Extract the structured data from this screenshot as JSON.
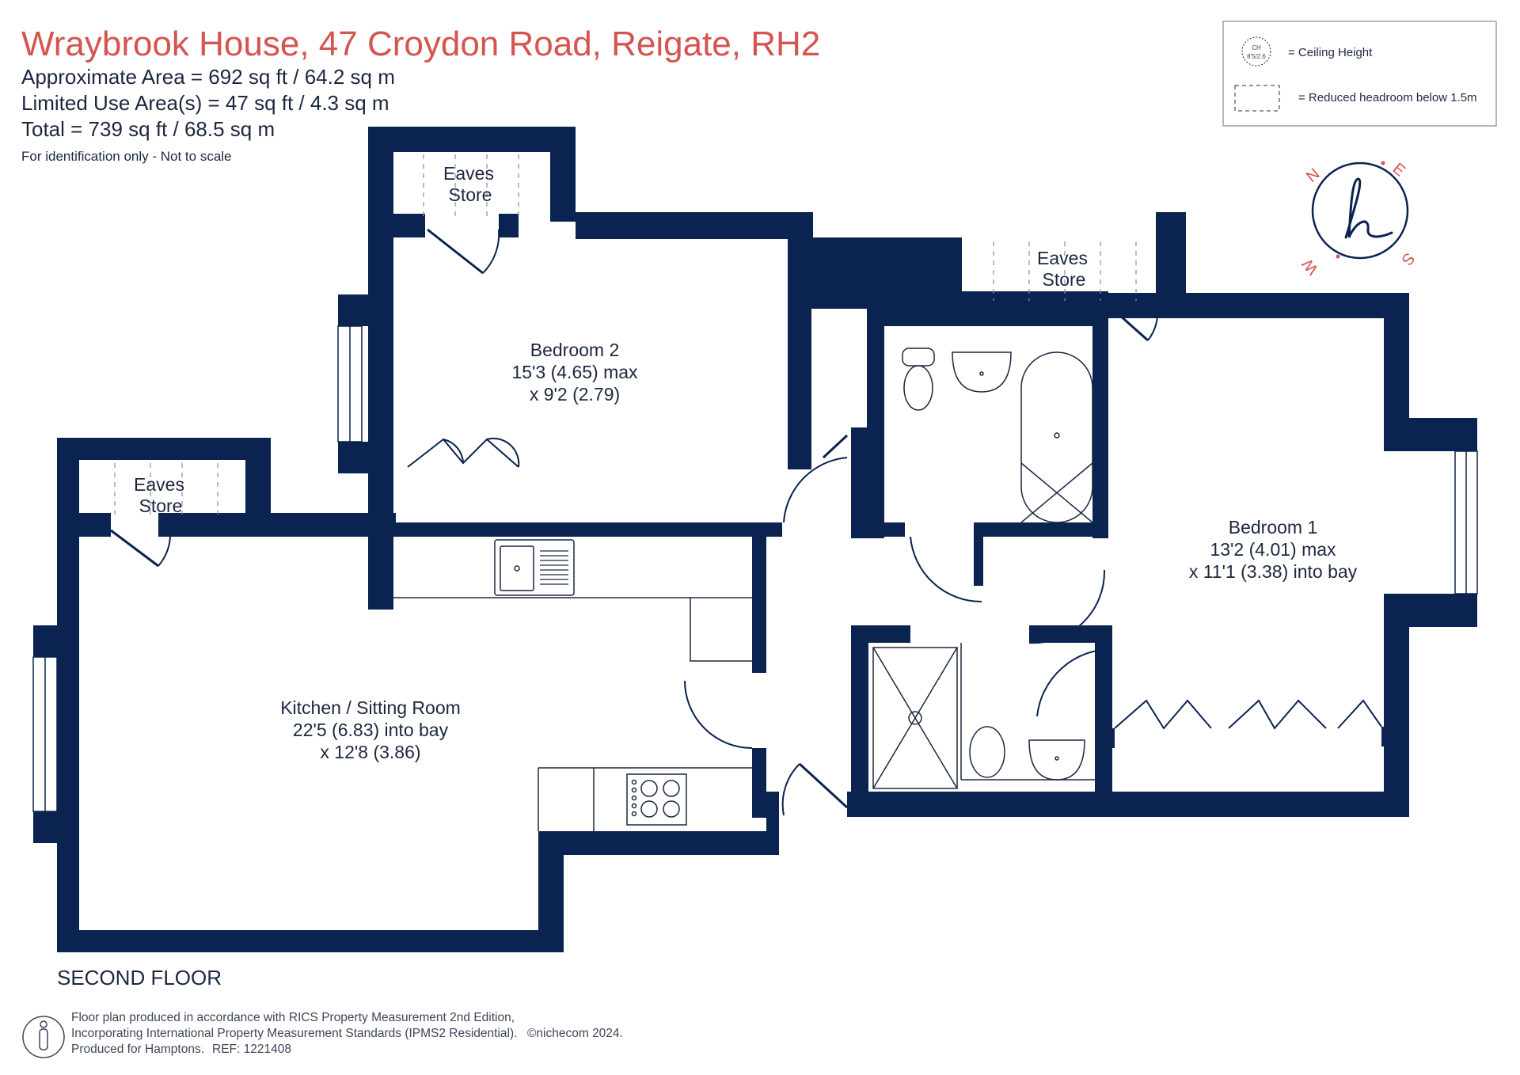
{
  "header": {
    "title": "Wraybrook House, 47 Croydon Road, Reigate, RH2",
    "approximate_area": "Approximate Area = 692 sq ft / 64.2 sq m",
    "limited_use_area": "Limited Use Area(s) = 47 sq ft / 4.3 sq m",
    "total": "Total = 739 sq ft / 68.5 sq m",
    "disclaimer": "For identification only - Not to scale"
  },
  "legend": {
    "ceiling_badge_top": "CH",
    "ceiling_badge_bottom": "8'5/2.6",
    "ceiling_height_label": "= Ceiling Height",
    "reduced_headroom_label": "= Reduced headroom below 1.5m"
  },
  "compass": {
    "n": "N",
    "e": "E",
    "s": "S",
    "w": "W",
    "logo_icon": "hamptons-h-logo-icon"
  },
  "rooms": {
    "eaves_store_top": [
      "Eaves",
      "Store"
    ],
    "eaves_store_right": [
      "Eaves",
      "Store"
    ],
    "eaves_store_left": [
      "Eaves",
      "Store"
    ],
    "bedroom2": [
      "Bedroom 2",
      "15'3 (4.65) max",
      "x 9'2 (2.79)"
    ],
    "bedroom1": [
      "Bedroom 1",
      "13'2 (4.01) max",
      "x 11'1 (3.38) into bay"
    ],
    "kitchen": [
      "Kitchen / Sitting Room",
      "22'5 (6.83) into bay",
      "x 12'8 (3.86)"
    ]
  },
  "floor_label": "SECOND FLOOR",
  "footer": {
    "line1": "Floor plan produced in accordance with RICS Property Measurement 2nd Edition,",
    "line2": "Incorporating International Property Measurement Standards (IPMS2 Residential).",
    "copyright": "©nichecom 2024.",
    "line3_produced": "Produced for Hamptons.",
    "line3_ref": "REF:  1221408",
    "person_icon": "person-icon"
  },
  "colors": {
    "wall": "#0b2350",
    "title": "#d4544f",
    "text": "#1c2740"
  }
}
